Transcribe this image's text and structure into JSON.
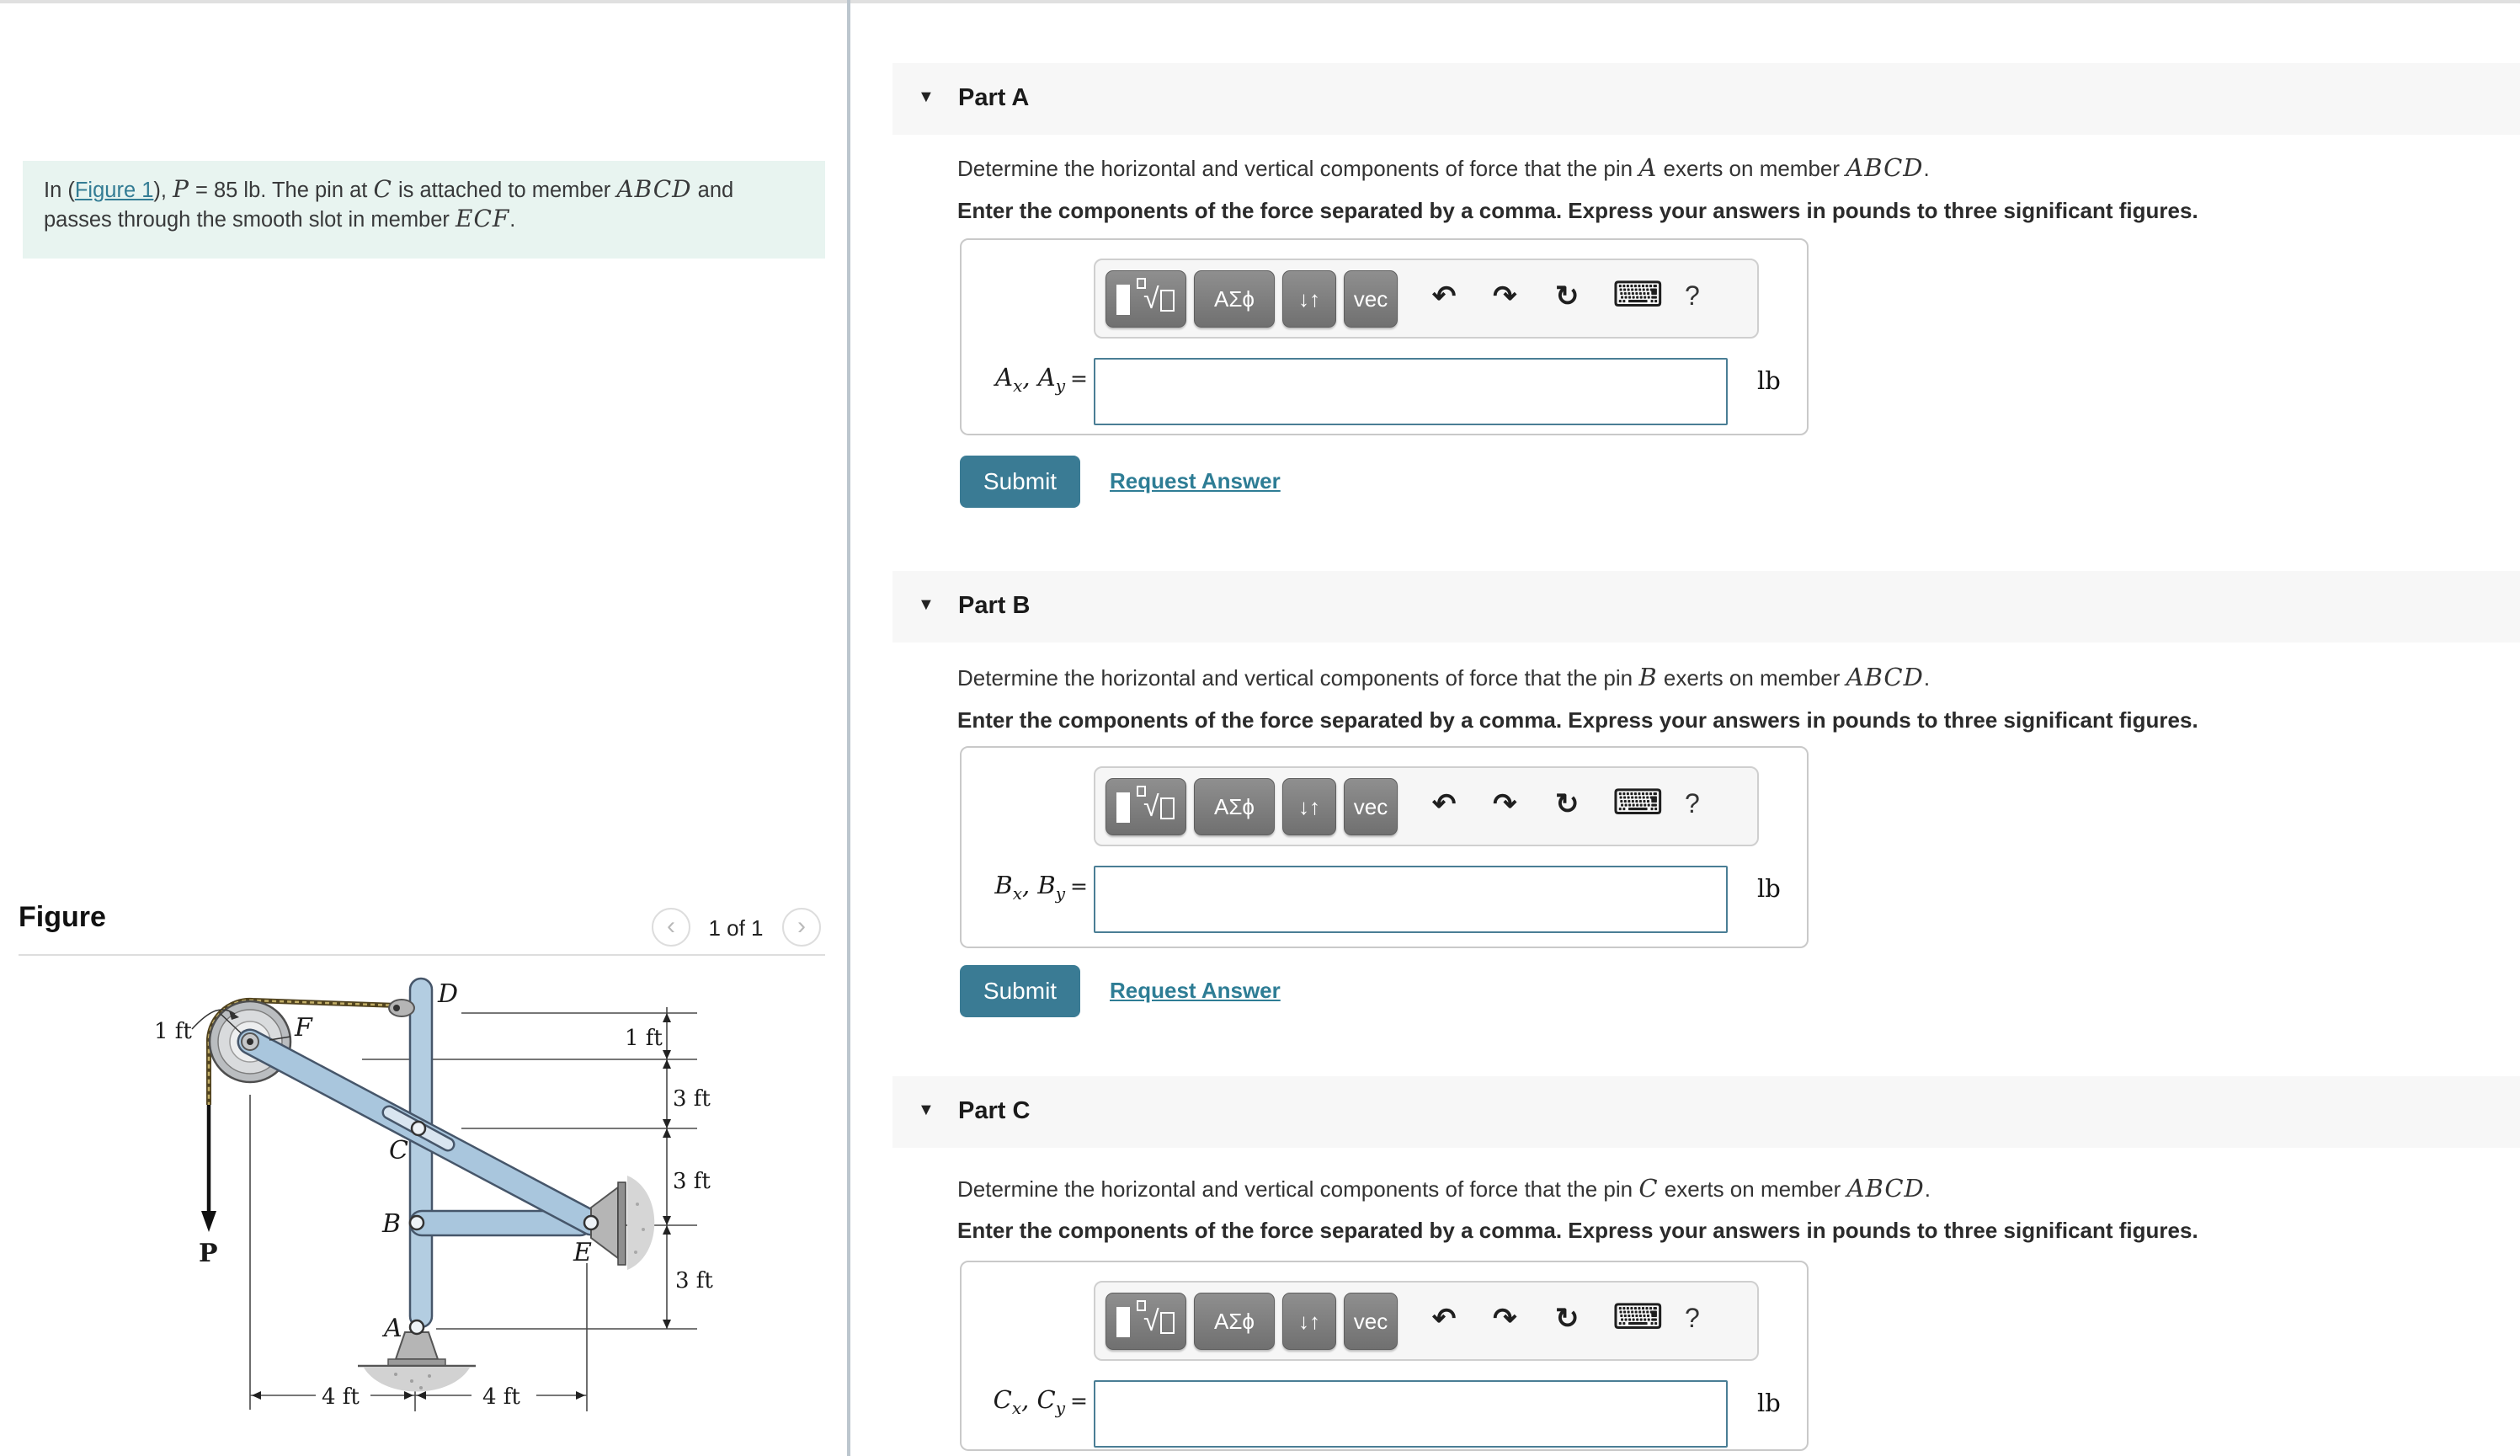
{
  "left_panel": {
    "problem": {
      "s1": "In (",
      "figure_link": "Figure 1",
      "s2": "), ",
      "p_var": "P",
      "s3": " = 85 lb. The pin at ",
      "c_var": "C",
      "s4": " is attached to member ",
      "abcd_var": "ABCD",
      "s5": " and passes through the smooth slot in member ",
      "ecf_var": "ECF",
      "s6": "."
    },
    "figure": {
      "title": "Figure",
      "prev_icon": "‹",
      "next_icon": "›",
      "page_label": "1 of 1",
      "diagram": {
        "label_d": "D",
        "label_f": "F",
        "label_c": "C",
        "label_b": "B",
        "label_e": "E",
        "label_a": "A",
        "label_p": "P",
        "dim_pulley": "1 ft",
        "dim_df": "1 ft",
        "dim_fc": "3 ft",
        "dim_ce": "3 ft",
        "dim_ea": "3 ft",
        "dim_left": "4 ft",
        "dim_right": "4 ft"
      }
    }
  },
  "toolbar": {
    "sqrt": "√",
    "greek": "ΑΣϕ",
    "updown": "↓↑",
    "vec": "vec",
    "undo": "↶",
    "redo": "↷",
    "reset": "↻",
    "keyboard": "⌨",
    "help": "?"
  },
  "parts": [
    {
      "collapse_icon": "▼",
      "title": "Part A",
      "q_prefix": "Determine the horizontal and vertical components of force that the pin ",
      "q_pin": "A",
      "q_mid": " exerts on member ",
      "q_member": "ABCD",
      "q_end": ".",
      "instruction": "Enter the components of the force separated by a comma. Express your answers in pounds to three significant figures.",
      "ans_v1": "A",
      "ans_s1": "x",
      "ans_comma": ", ",
      "ans_v2": "A",
      "ans_s2": "y",
      "ans_eq": "=",
      "unit": "lb",
      "submit_label": "Submit",
      "request_label": "Request Answer"
    },
    {
      "collapse_icon": "▼",
      "title": "Part B",
      "q_prefix": "Determine the horizontal and vertical components of force that the pin ",
      "q_pin": "B",
      "q_mid": " exerts on member ",
      "q_member": "ABCD",
      "q_end": ".",
      "instruction": "Enter the components of the force separated by a comma. Express your answers in pounds to three significant figures.",
      "ans_v1": "B",
      "ans_s1": "x",
      "ans_comma": ", ",
      "ans_v2": "B",
      "ans_s2": "y",
      "ans_eq": "=",
      "unit": "lb",
      "submit_label": "Submit",
      "request_label": "Request Answer"
    },
    {
      "collapse_icon": "▼",
      "title": "Part C",
      "q_prefix": "Determine the horizontal and vertical components of force that the pin ",
      "q_pin": "C",
      "q_mid": " exerts on member ",
      "q_member": "ABCD",
      "q_end": ".",
      "instruction": "Enter the components of the force separated by a comma. Express your answers in pounds to three significant figures.",
      "ans_v1": "C",
      "ans_s1": "x",
      "ans_comma": ", ",
      "ans_v2": "C",
      "ans_s2": "y",
      "ans_eq": "=",
      "unit": "lb"
    }
  ]
}
